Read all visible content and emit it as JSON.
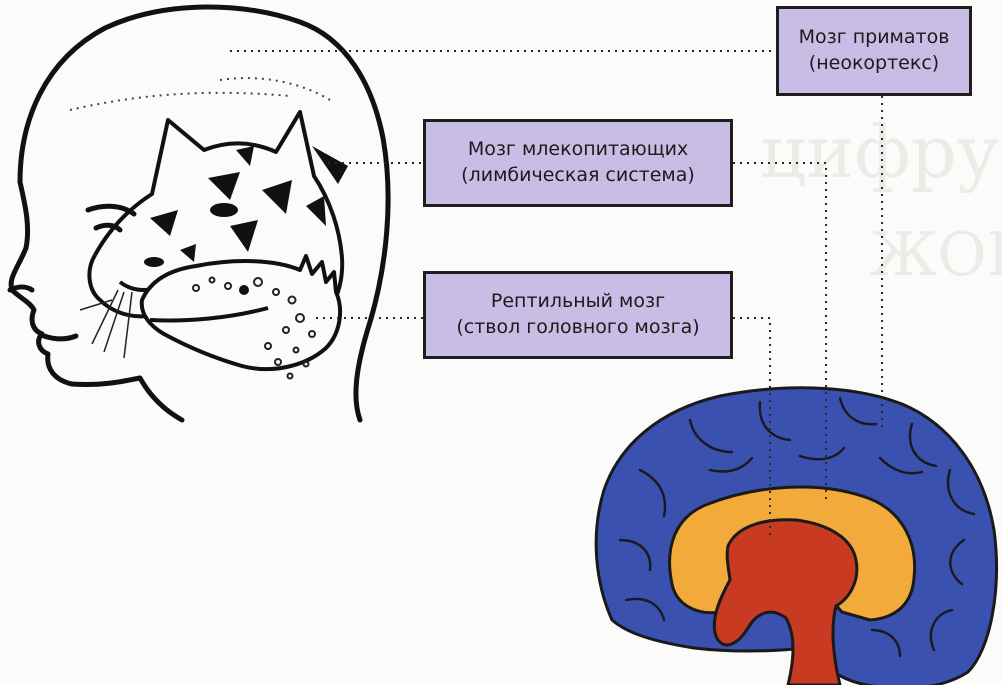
{
  "labels": {
    "primate": {
      "line1": "Мозг приматов",
      "line2": "(неокортекс)"
    },
    "mammal": {
      "line1": "Мозг млекопитающих",
      "line2": "(лимбическая система)"
    },
    "reptile": {
      "line1": "Рептильный мозг",
      "line2": "(ствол головного мозга)"
    }
  },
  "colors": {
    "neocortex": "#3a51b0",
    "limbic": "#f2aa3b",
    "brainstem": "#c83a22",
    "label_fill": "#c9bde6",
    "outline": "#1e1e1e"
  }
}
